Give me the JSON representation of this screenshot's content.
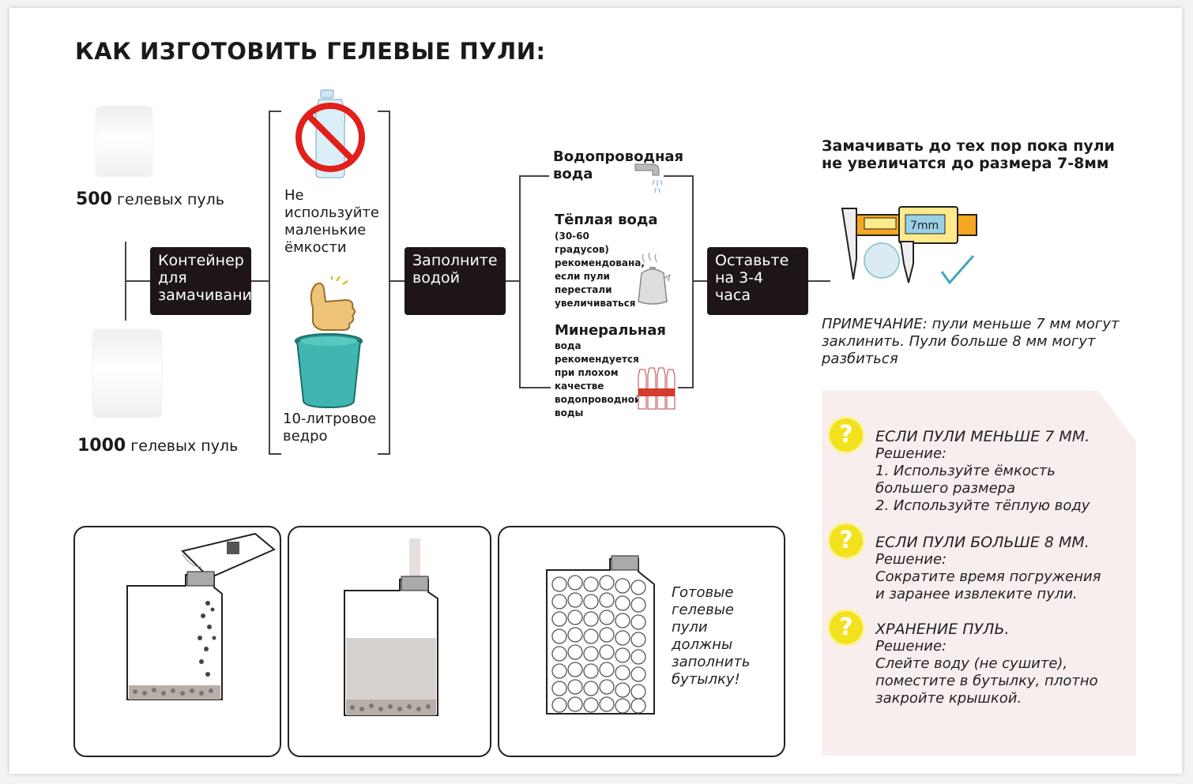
{
  "title": "КАК ИЗГОТОВИТЬ ГЕЛЕВЫЕ ПУЛИ:",
  "packs": [
    {
      "count": "500",
      "label": "гелевых пуль"
    },
    {
      "count": "1000",
      "label": "гелевых пуль"
    }
  ],
  "steps": {
    "container": "Контейнер для замачивания",
    "fill": "Заполните водой",
    "leave": "Оставьте на 3-4 часа"
  },
  "container_options": {
    "no_small": "Не используйте маленькие ёмкости",
    "bucket": "10-литровое ведро"
  },
  "water_options": {
    "tap": "Водопроводная вода",
    "warm_title": "Тёплая вода",
    "warm_desc": "(30-60 градусов) рекомендована, если пули перестали увеличиваться",
    "mineral_title": "Минеральная",
    "mineral_desc": "вода рекомендуется при плохом качестве водопроводной воды"
  },
  "soak_note": "Замачивать до тех пор пока пули не увеличатся до размера 7-8мм",
  "caliper_reading": "7mm",
  "remark": "ПРИМЕЧАНИЕ: пули меньше 7 мм могут заклинить. Пули больше 8 мм могут разбиться",
  "tips": [
    {
      "heading": "ЕСЛИ ПУЛИ МЕНЬШЕ 7 ММ.",
      "solution_label": "Решение:",
      "lines": [
        "1. Используйте ёмкость",
        "большего размера",
        "2. Используйте тёплую воду"
      ]
    },
    {
      "heading": "ЕСЛИ ПУЛИ БОЛЬШЕ 8 ММ.",
      "solution_label": "Решение:",
      "lines": [
        "Сократите время погружения",
        "и заранее извлеките пули."
      ]
    },
    {
      "heading": "ХРАНЕНИЕ ПУЛЬ.",
      "solution_label": "Решение:",
      "lines": [
        "Слейте воду (не сушите),",
        "поместите в бутылку, плотно",
        "закройте крышкой."
      ]
    }
  ],
  "ready_text": "Готовые гелевые пули должны заполнить бутылку!",
  "colors": {
    "dark_box": "#1e1616",
    "tip_bg": "#f9eeee",
    "question": "#f2e21e",
    "bucket": "#3fb6b0",
    "prohibit": "#e0201a",
    "caliper": "#f5a623"
  }
}
